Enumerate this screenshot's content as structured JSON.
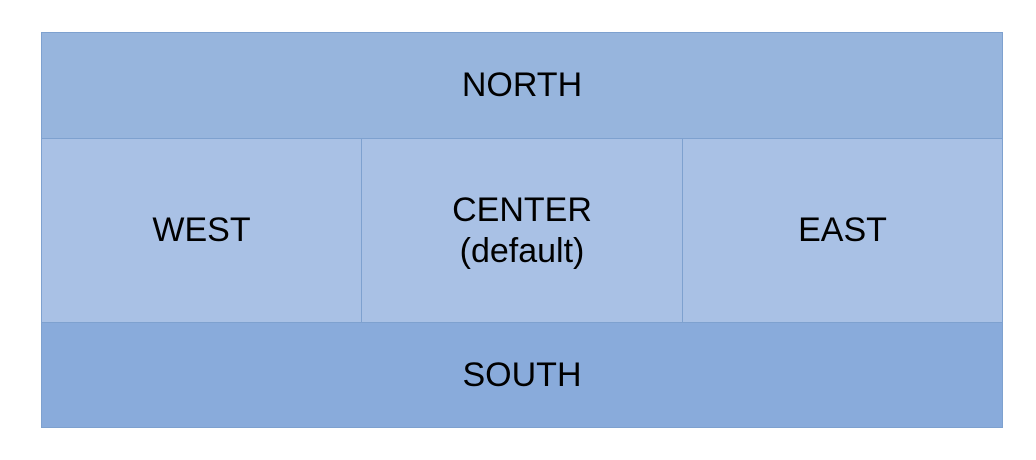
{
  "diagram": {
    "north": "NORTH",
    "west": "WEST",
    "center": {
      "line1": "CENTER",
      "line2": "(default)"
    },
    "east": "EAST",
    "south": "SOUTH"
  },
  "colors": {
    "north": "#97b5dd",
    "middle": "#a9c1e5",
    "south": "#89abdb",
    "border": "#7ea1cf"
  }
}
